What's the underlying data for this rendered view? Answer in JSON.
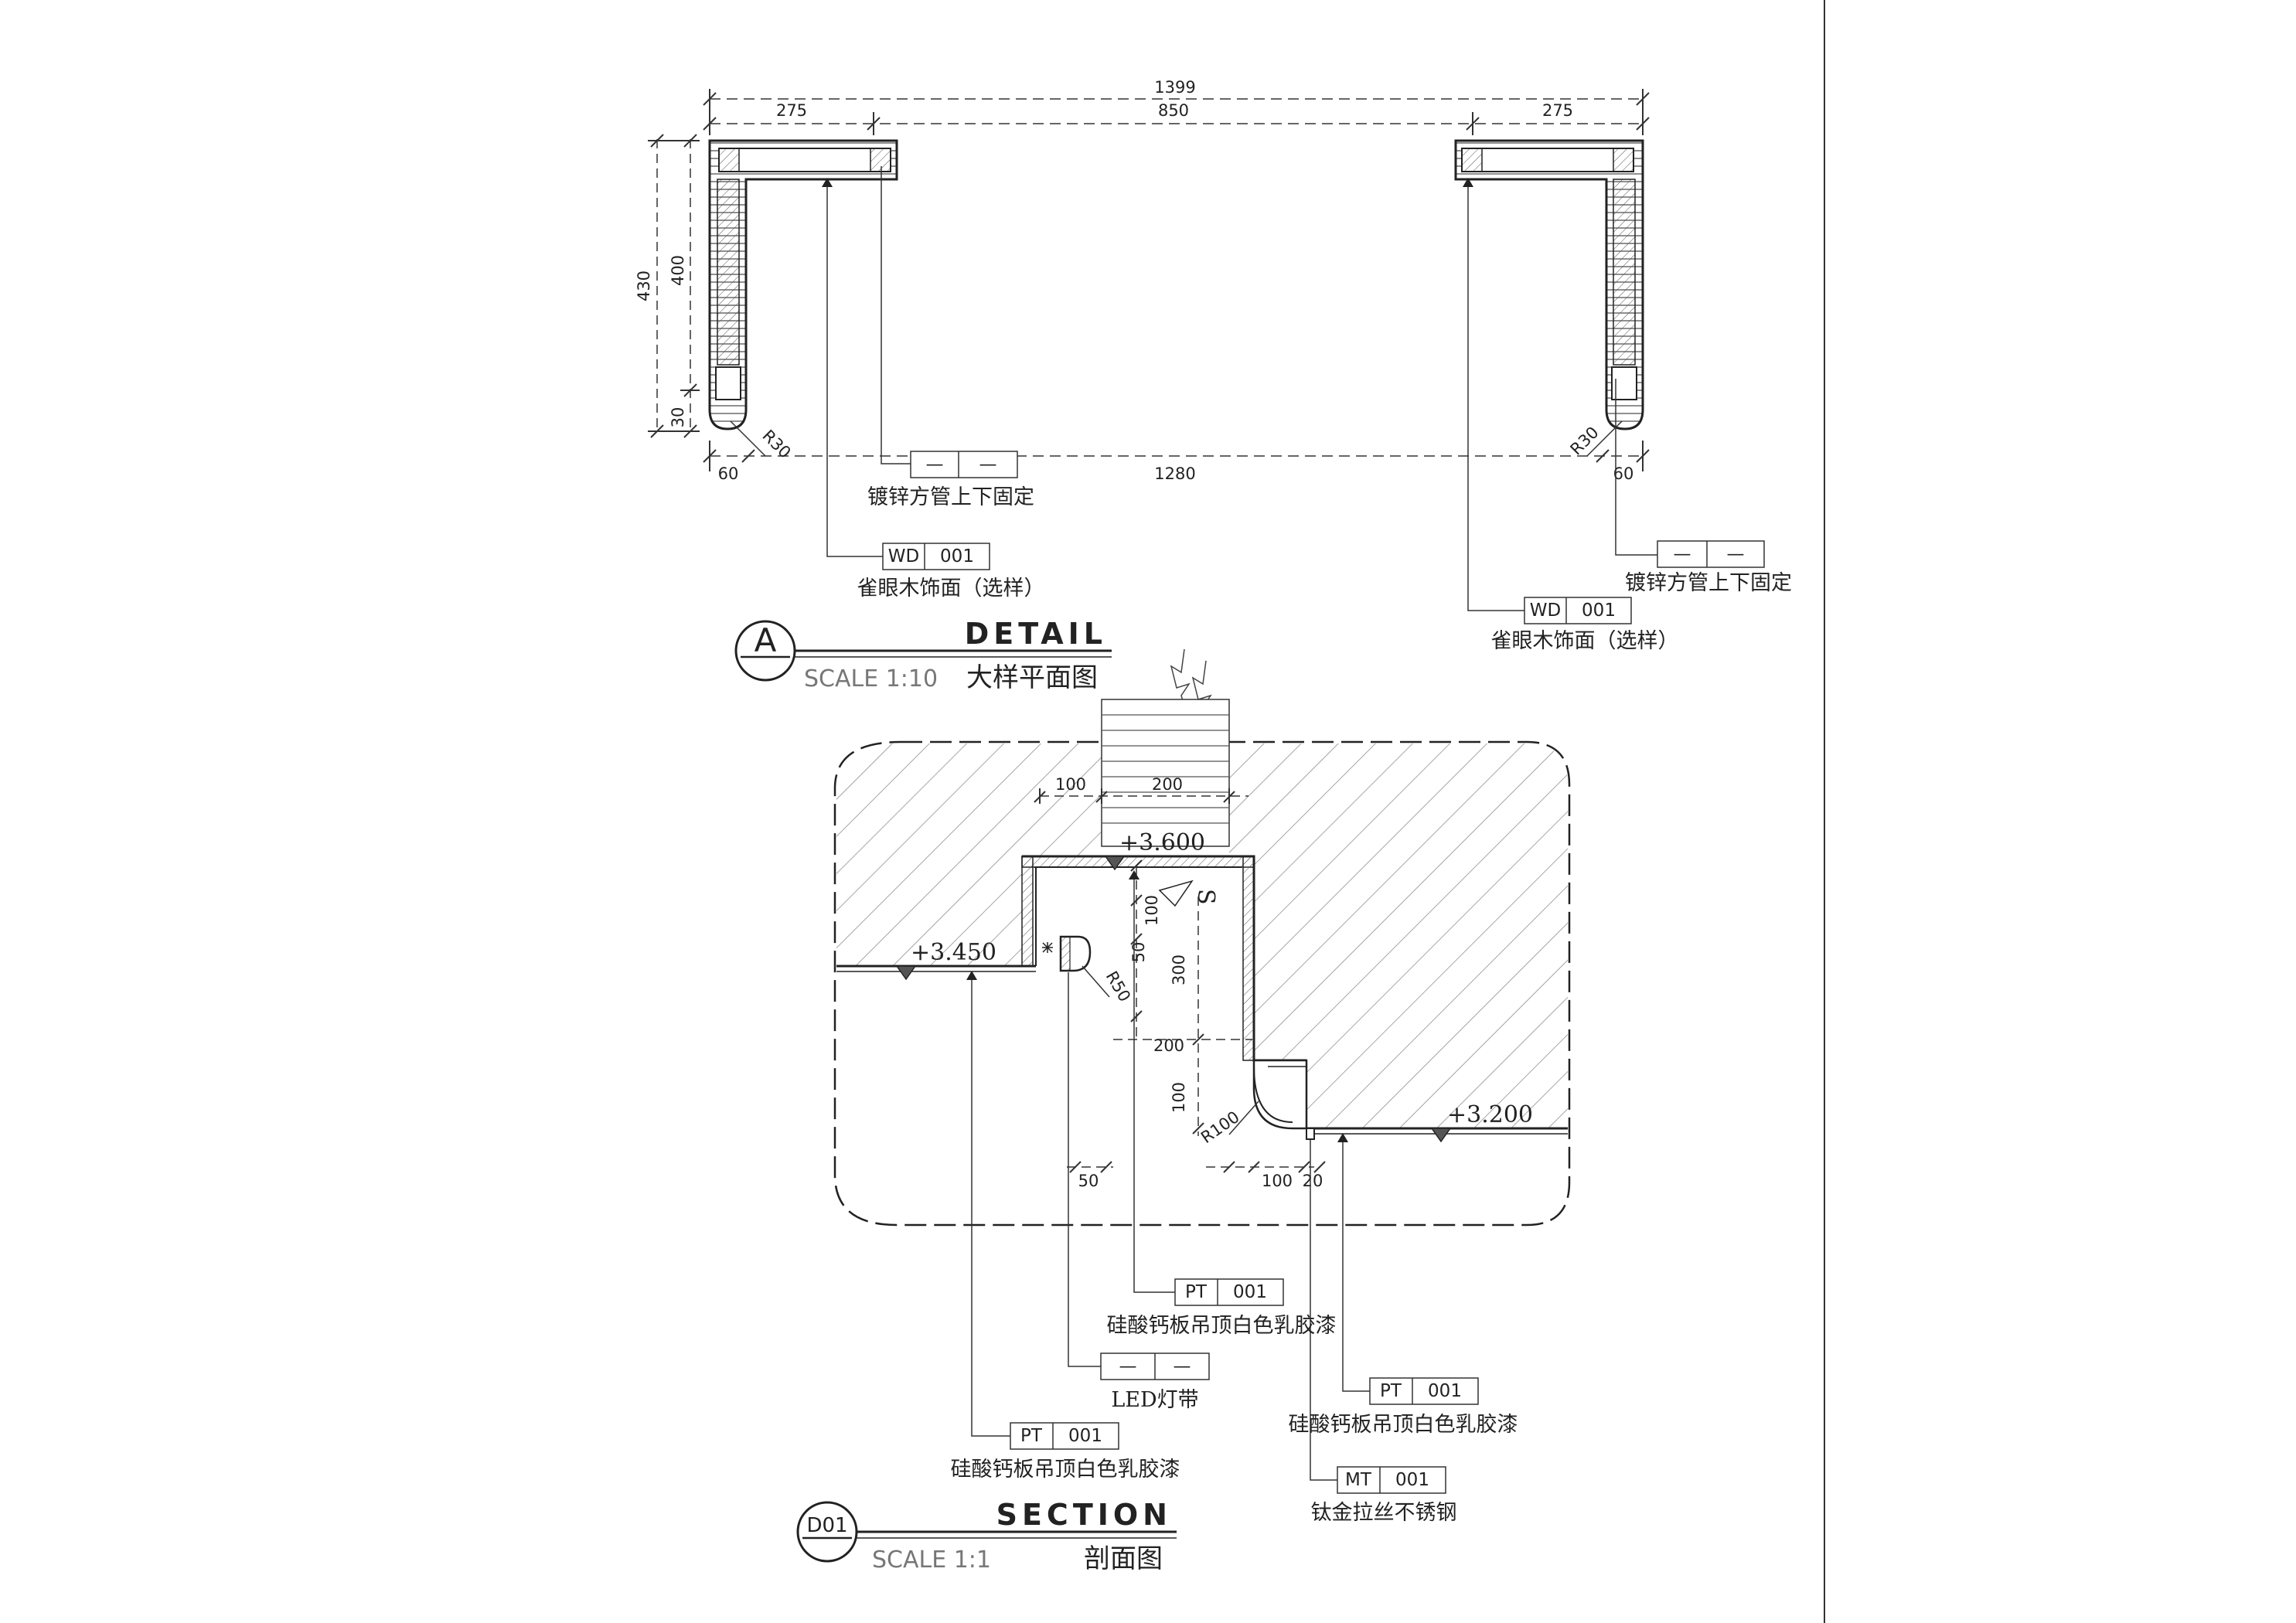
{
  "detail": {
    "dims": {
      "overall": "1399",
      "left": "275",
      "middle": "850",
      "right": "275",
      "height_total": "430",
      "height_upper": "400",
      "height_lower": "30",
      "radius_left": "R30",
      "radius_right": "R30",
      "offset_left": "60",
      "offset_right": "60",
      "inner_span": "1280"
    },
    "tags": {
      "pipe_left": {
        "code": "—",
        "num": "—",
        "label": "镀锌方管上下固定"
      },
      "wood_left": {
        "code": "WD",
        "num": "001",
        "label": "雀眼木饰面（选样）"
      },
      "pipe_right": {
        "code": "—",
        "num": "—",
        "label": "镀锌方管上下固定"
      },
      "wood_right": {
        "code": "WD",
        "num": "001",
        "label": "雀眼木饰面（选样）"
      }
    },
    "title": {
      "mark": "A",
      "name": "DETAIL",
      "scale": "SCALE 1:10",
      "cn": "大样平面图"
    }
  },
  "section": {
    "dims": {
      "top_left": "100",
      "top_right": "200",
      "vertical_1": "100",
      "vertical_2": "50",
      "vertical_3": "300",
      "horizontal_mid": "200",
      "vertical_4": "100",
      "radius_small": "R50",
      "radius_large": "R100",
      "bottom_left": "50",
      "bottom_mid": "100",
      "bottom_right": "20"
    },
    "levels": {
      "top": "+3.600",
      "left": "+3.450",
      "right": "+3.200"
    },
    "s_mark": "S",
    "tags": {
      "pt_upper": {
        "code": "PT",
        "num": "001",
        "label": "硅酸钙板吊顶白色乳胶漆"
      },
      "led": {
        "code": "—",
        "num": "—",
        "label": "LED灯带"
      },
      "pt_lower_left": {
        "code": "PT",
        "num": "001",
        "label": "硅酸钙板吊顶白色乳胶漆"
      },
      "pt_right": {
        "code": "PT",
        "num": "001",
        "label": "硅酸钙板吊顶白色乳胶漆"
      },
      "mt": {
        "code": "MT",
        "num": "001",
        "label": "钛金拉丝不锈钢"
      }
    },
    "title": {
      "mark": "D01",
      "name": "SECTION",
      "scale": "SCALE 1:1",
      "cn": "剖面图"
    }
  }
}
